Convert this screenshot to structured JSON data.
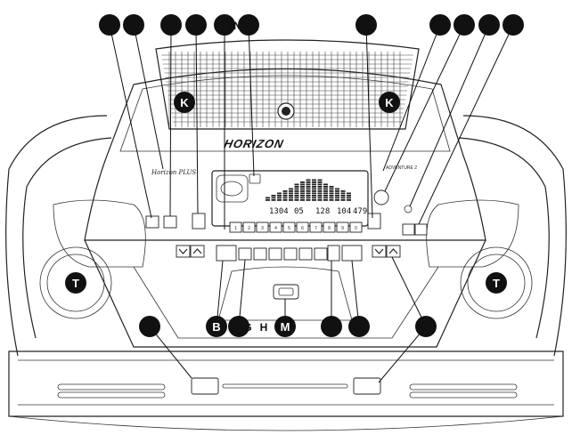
{
  "brand": {
    "name": "HORIZON",
    "logo_script": "Horizon PLUS",
    "series_name": "ADVENTURE 2"
  },
  "lcd": {
    "readouts": [
      "1304",
      "05",
      "128",
      "104",
      "479"
    ]
  },
  "program_keys": [
    "1",
    "2",
    "3",
    "4",
    "5",
    "6",
    "7",
    "8",
    "9",
    "0"
  ],
  "callouts": {
    "top": [
      "",
      "",
      "",
      "",
      "HINO",
      "",
      "",
      "",
      "",
      ""
    ],
    "speaker": [
      "K",
      "K"
    ],
    "cupholder": [
      "T",
      "T"
    ],
    "bottom_row": [
      "",
      "B",
      "CFG",
      "H",
      "M",
      "",
      "",
      ""
    ]
  }
}
